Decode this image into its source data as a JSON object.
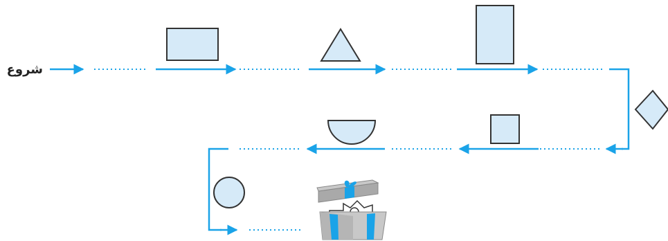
{
  "start_label": "شروع",
  "colors": {
    "arrow": "#1aa3e8",
    "shape_fill": "#d6eaf8",
    "shape_stroke": "#333333",
    "dotted": "#1aa3e8",
    "box_gray": "#a9a9a9",
    "box_ribbon": "#1aa3e8"
  },
  "sequence": [
    {
      "shape": "rectangle-wide",
      "icon": "rectangle-icon"
    },
    {
      "shape": "triangle",
      "icon": "triangle-icon"
    },
    {
      "shape": "rectangle-tall",
      "icon": "tall-rectangle-icon"
    },
    {
      "shape": "diamond",
      "icon": "diamond-icon"
    },
    {
      "shape": "square",
      "icon": "square-icon"
    },
    {
      "shape": "half-circle",
      "icon": "half-circle-icon"
    },
    {
      "shape": "circle",
      "icon": "circle-icon"
    },
    {
      "shape": "gift-box",
      "icon": "gift-box-icon"
    }
  ]
}
